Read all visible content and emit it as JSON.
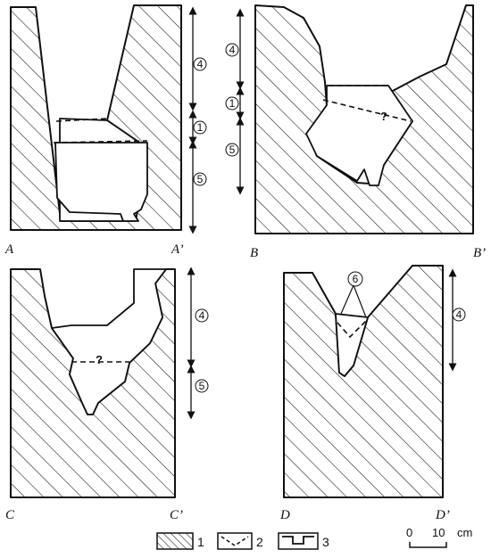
{
  "sections": [
    {
      "id": "A",
      "left_label": "A",
      "right_label": "A’",
      "layers": [
        {
          "key": "l4",
          "label": "4"
        },
        {
          "key": "l1",
          "label": "1"
        },
        {
          "key": "l5",
          "label": "5"
        }
      ]
    },
    {
      "id": "B",
      "left_label": "B",
      "right_label": "B’",
      "question": "?",
      "layers": [
        {
          "key": "l4",
          "label": "4"
        },
        {
          "key": "l1",
          "label": "1"
        },
        {
          "key": "l5",
          "label": "5"
        }
      ]
    },
    {
      "id": "C",
      "left_label": "C",
      "right_label": "C’",
      "question": "?",
      "layers": [
        {
          "key": "l4",
          "label": "4"
        },
        {
          "key": "l5",
          "label": "5"
        }
      ]
    },
    {
      "id": "D",
      "left_label": "D",
      "right_label": "D’",
      "callout": "6",
      "layers": [
        {
          "key": "l4",
          "label": "4"
        }
      ]
    }
  ],
  "legend": [
    {
      "number": "1",
      "symbol": "hatched-fill-icon"
    },
    {
      "number": "2",
      "symbol": "dashed-v-line-icon"
    },
    {
      "number": "3",
      "symbol": "pit-outline-icon"
    }
  ],
  "scale": {
    "start": "0",
    "end": "10",
    "unit": "cm"
  }
}
